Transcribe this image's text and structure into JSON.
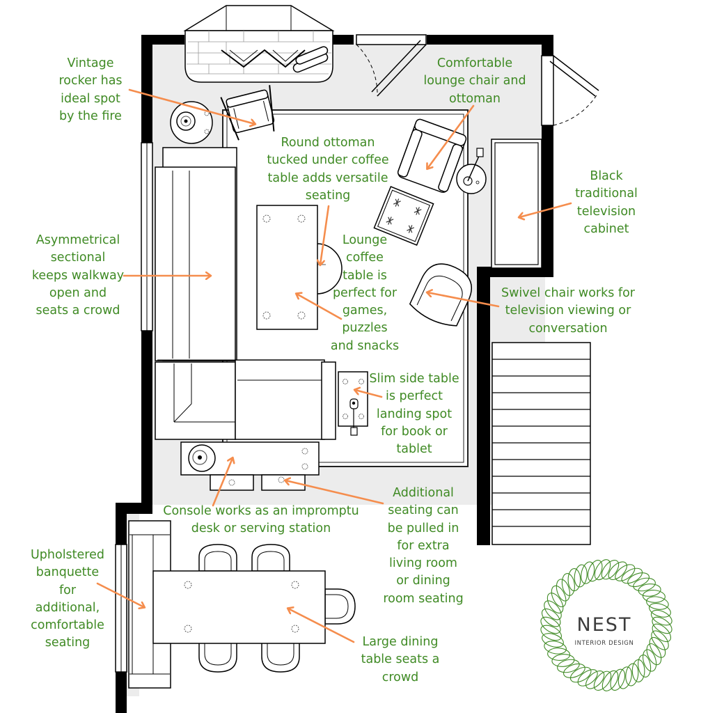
{
  "annotations": {
    "rocker": "Vintage\nrocker has\nideal spot\nby the fire",
    "lounge_chair": "Comfortable\nlounge chair and\nottoman",
    "round_ottoman": "Round ottoman\ntucked under coffee\ntable adds versatile\nseating",
    "tv_cabinet": "Black\ntraditional\ntelevision\ncabinet",
    "sectional": "Asymmetrical\nsectional\nkeeps walkway\nopen and\nseats a crowd",
    "coffee_table": "Lounge\ncoffee\ntable is\nperfect for\ngames,\npuzzles\nand snacks",
    "swivel_chair": "Swivel chair works for\ntelevision viewing or\nconversation",
    "side_table": "Slim side table\nis perfect\nlanding spot\nfor book or\ntablet",
    "console": "Console works as an impromptu\ndesk or serving station",
    "additional_seating": "Additional\nseating can\nbe pulled in\nfor extra\nliving room\nor dining\nroom seating",
    "banquette": "Upholstered\nbanquette\nfor\nadditional,\ncomfortable\nseating",
    "dining_table": "Large dining\ntable seats a\ncrowd"
  },
  "brand": {
    "name": "NEST",
    "subtitle": "INTERIOR DESIGN"
  },
  "colors": {
    "annotation_text": "#3f8a24",
    "arrow": "#f58d4d",
    "wall": "#000000",
    "floor": "#ececec",
    "rug": "#ffffff",
    "brand_ring": "#3f8a24"
  }
}
